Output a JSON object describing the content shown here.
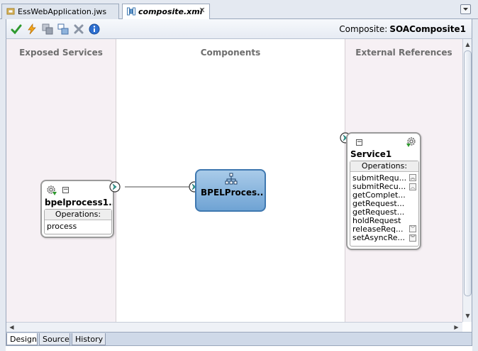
{
  "tabs": [
    {
      "label": "EssWebApplication.jws",
      "active": false
    },
    {
      "label": "composite.xml",
      "active": true
    }
  ],
  "toolbar": {
    "icons": [
      "validate-check-icon",
      "deploy-lightning-icon",
      "copy-icon",
      "arrange-icon",
      "delete-x-icon",
      "info-icon"
    ],
    "composite_label": "Composite:",
    "composite_name": "SOAComposite1"
  },
  "swimlanes": {
    "exposed": "Exposed Services",
    "components": "Components",
    "external": "External References"
  },
  "exposed_service": {
    "title": "bpelprocess1...",
    "operations_header": "Operations:",
    "operations": [
      "process"
    ]
  },
  "component": {
    "title": "BPELProces..."
  },
  "external_reference": {
    "title": "Service1",
    "operations_header": "Operations:",
    "operations": [
      "submitRequ...",
      "submitRecu...",
      "getComplet...",
      "getRequest...",
      "getRequest...",
      "holdRequest",
      "releaseReq...",
      "setAsyncRe..."
    ]
  },
  "bottom_tabs": [
    {
      "label": "Design",
      "active": true
    },
    {
      "label": "Source",
      "active": false
    },
    {
      "label": "History",
      "active": false
    }
  ],
  "colors": {
    "accent": "#3f78b0",
    "chevron": "#2aa198",
    "swimlane": "#f6f0f4"
  }
}
